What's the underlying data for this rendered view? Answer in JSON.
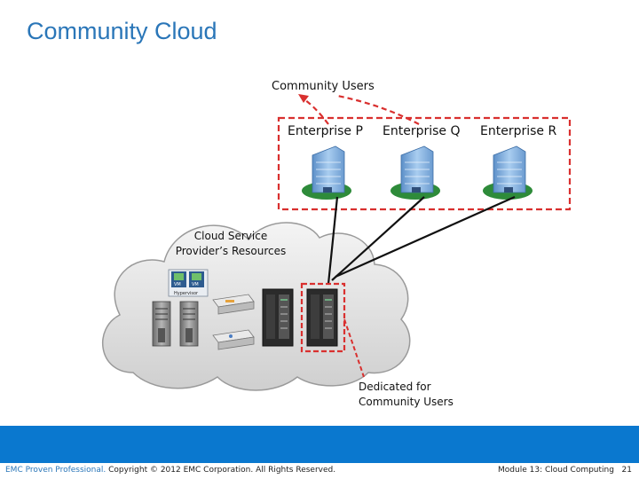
{
  "slide": {
    "title": "Community Cloud"
  },
  "diagram": {
    "community_users": "Community Users",
    "enterprises": [
      {
        "label": "Enterprise P"
      },
      {
        "label": "Enterprise Q"
      },
      {
        "label": "Enterprise R"
      }
    ],
    "provider_line1": "Cloud Service",
    "provider_line2": "Provider’s Resources",
    "vm_label": "VM",
    "hypervisor_label": "Hypervisor",
    "dedicated_line1": "Dedicated for",
    "dedicated_line2": "Community Users",
    "colors": {
      "title": "#2a76b8",
      "dashed_highlight": "#d9302f",
      "footer_band": "#0a78cf",
      "cloud_fill": "#d8d8d8"
    },
    "icons": [
      "office-building-icon",
      "server-rack-icon",
      "storage-array-icon",
      "network-switch-icon",
      "virtual-machine-icon"
    ]
  },
  "footer": {
    "brand": "EMC Proven Professional.",
    "copyright": " Copyright © 2012 EMC Corporation. All Rights Reserved.",
    "module": "Module 13: Cloud Computing",
    "page": "21"
  }
}
